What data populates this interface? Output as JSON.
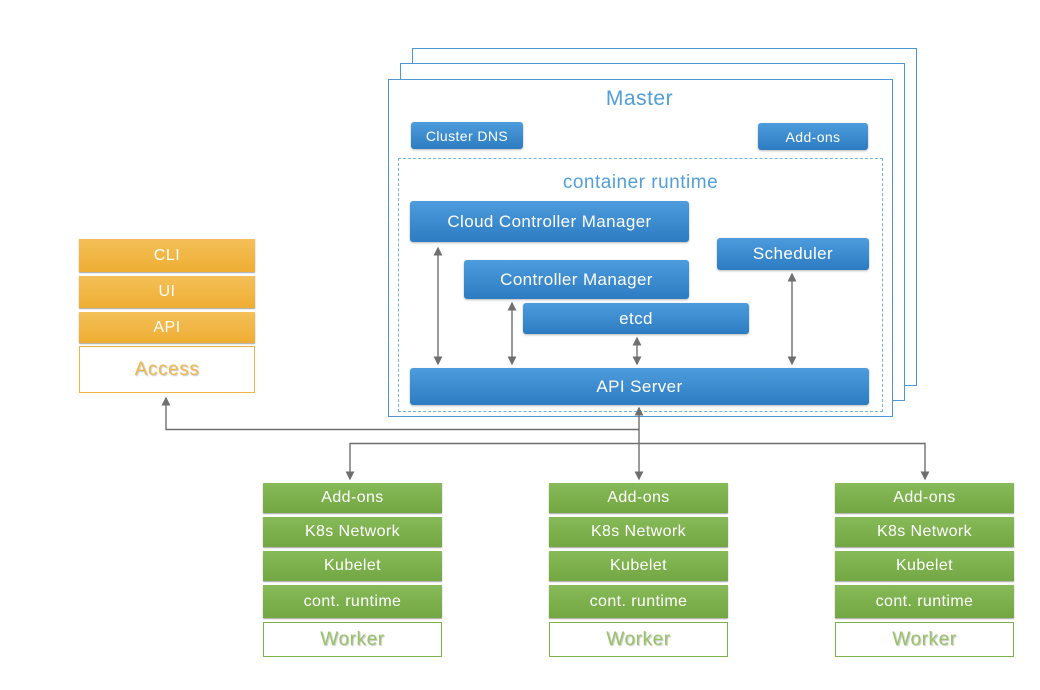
{
  "colors": {
    "blue_fill_top": "#4d9cdd",
    "blue_fill_bottom": "#2d7cc2",
    "blue_border": "#4f97d3",
    "blue_title_text": "#4f9ed7",
    "orange_fill": "#f1b545",
    "orange_text": "#f0b84d",
    "green_fill": "#7cb14c",
    "green_text": "#98c369",
    "arrow_gray": "#6f6f6f",
    "label_text": "#ffffff"
  },
  "access_stack": {
    "items": [
      "CLI",
      "UI",
      "API"
    ],
    "base_label": "Access"
  },
  "master": {
    "title": "Master",
    "cluster_dns_label": "Cluster DNS",
    "addons_label": "Add-ons",
    "container_runtime_title": "container runtime",
    "components": {
      "cloud_controller_manager": "Cloud Controller Manager",
      "controller_manager": "Controller Manager",
      "scheduler": "Scheduler",
      "etcd": "etcd",
      "api_server": "API Server"
    }
  },
  "workers": {
    "nodes": [
      {
        "rows": [
          "Add-ons",
          "K8s Network",
          "Kubelet",
          "cont. runtime"
        ],
        "base_label": "Worker"
      },
      {
        "rows": [
          "Add-ons",
          "K8s Network",
          "Kubelet",
          "cont. runtime"
        ],
        "base_label": "Worker"
      },
      {
        "rows": [
          "Add-ons",
          "K8s Network",
          "Kubelet",
          "cont. runtime"
        ],
        "base_label": "Worker"
      }
    ]
  }
}
